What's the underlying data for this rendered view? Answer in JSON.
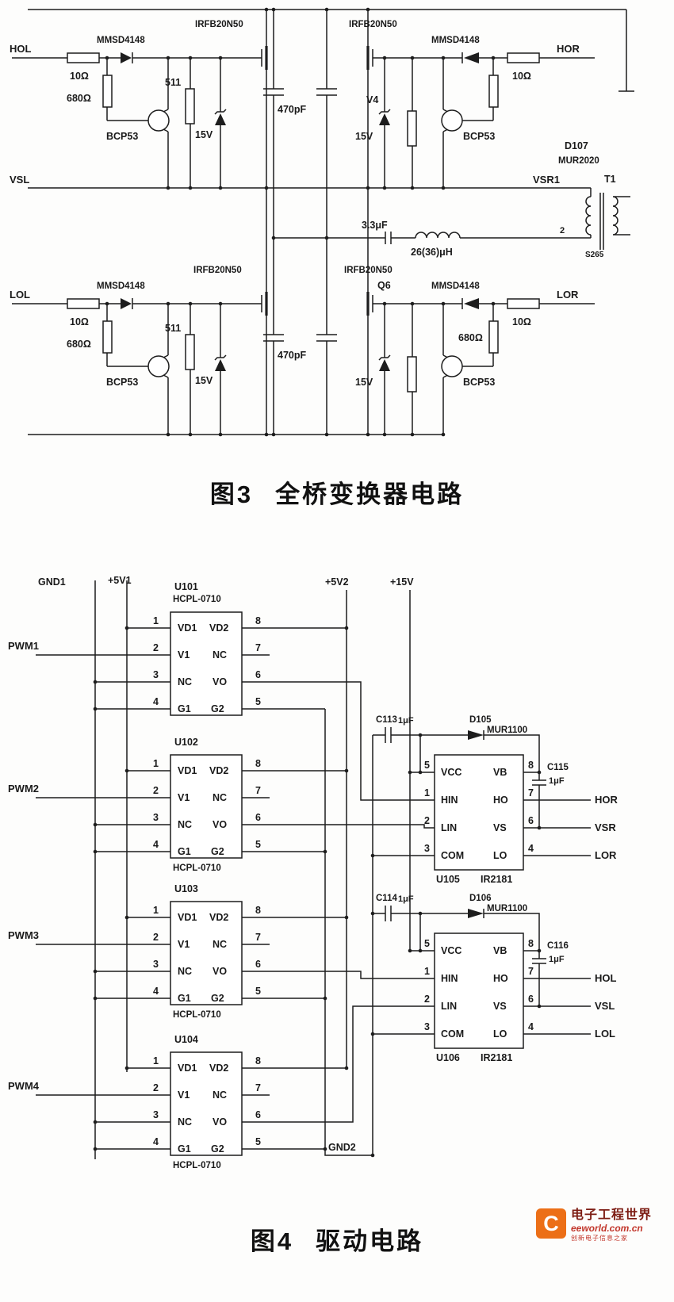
{
  "fig3": {
    "caption_no": "图3",
    "caption_title": "全桥变换器电路",
    "mosfet": "IRFB20N50",
    "sig_diode": "MMSD4148",
    "r_gate": "10Ω",
    "r_pulldown": "680Ω",
    "r_511": "511",
    "pnp": "BCP53",
    "zener_v": "15V",
    "c_bus": "470pF",
    "net_hol": "HOL",
    "net_hor": "HOR",
    "net_vsl": "VSL",
    "net_vsr1": "VSR1",
    "net_lol": "LOL",
    "net_lor": "LOR",
    "v4": "V4",
    "q6": "Q6",
    "t1": "T1",
    "d107": "D107",
    "d107_part": "MUR2020",
    "c_res": "3.3μF",
    "l_res": "26(36)μH",
    "xfmr_pin2": "2",
    "xfmr_core": "S265"
  },
  "fig4": {
    "caption_no": "图4",
    "caption_title": "驱动电路",
    "rails": {
      "gnd1": "GND1",
      "p5v1": "+5V1",
      "p5v2": "+5V2",
      "p15v": "+15V",
      "gnd2": "GND2"
    },
    "pwm": [
      "PWM1",
      "PWM2",
      "PWM3",
      "PWM4"
    ],
    "opto_part": "HCPL-0710",
    "opto_refs": [
      "U101",
      "U102",
      "U103",
      "U104"
    ],
    "driver_part": "IR2181",
    "driver_refs": [
      "U105",
      "U106"
    ],
    "opto_pins_left": [
      "VD1",
      "V1",
      "NC",
      "G1"
    ],
    "opto_pins_right": [
      "VD2",
      "NC",
      "VO",
      "G2"
    ],
    "opto_nums_left": [
      "1",
      "2",
      "3",
      "4"
    ],
    "opto_nums_right": [
      "8",
      "7",
      "6",
      "5"
    ],
    "drv_pins_left": [
      "VCC",
      "HIN",
      "LIN",
      "COM"
    ],
    "drv_pins_right": [
      "VB",
      "HO",
      "VS",
      "LO"
    ],
    "drv_nums_left": [
      "5",
      "1",
      "2",
      "3"
    ],
    "drv_nums_right": [
      "8",
      "7",
      "6",
      "4"
    ],
    "caps": {
      "c113": "C113",
      "c114": "C114",
      "c115": "C115",
      "c116": "C116",
      "val": "1μF"
    },
    "boot_diodes": {
      "d105": "D105",
      "d106": "D106",
      "part": "MUR1100"
    },
    "outputs_u105": [
      "HOR",
      "VSR",
      "LOR"
    ],
    "outputs_u106": [
      "HOL",
      "VSL",
      "LOL"
    ]
  },
  "watermark": {
    "logo": "C",
    "brand": "电子工程世界",
    "url": "eeworld.com.cn",
    "slogan": "创新电子信息之家"
  }
}
